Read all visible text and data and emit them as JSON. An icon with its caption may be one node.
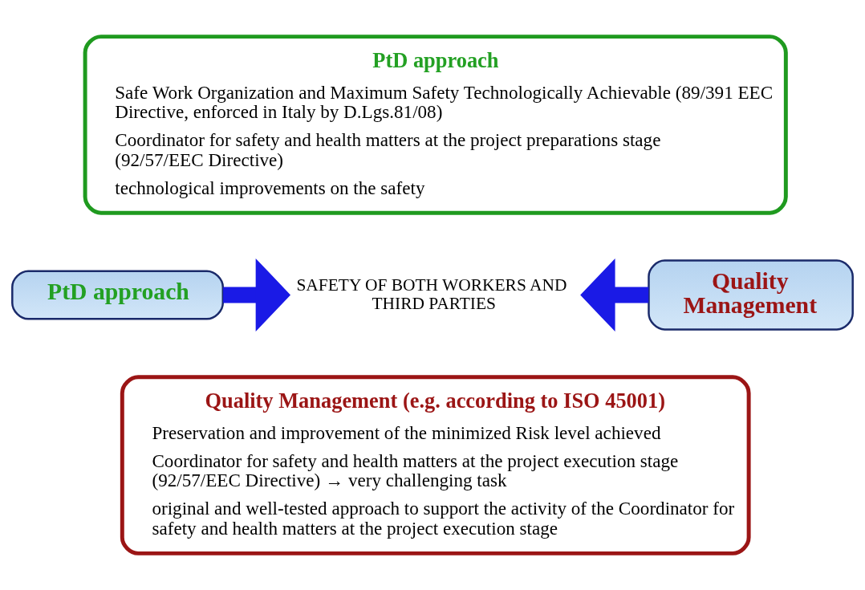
{
  "diagram": {
    "nodes": [
      {
        "text": [
          "PtD approach",
          "Safe Work Organization and Maximum Safety Technologically Achievable (89/391 EEC Directive, enforced in Italy by D.Lgs.81/08)",
          "Coordinator for safety and health matters at the project preparations stage (92/57/EEC Directive)",
          "technological improvements on the safety"
        ]
      },
      {
        "text": [
          "PtD approach"
        ]
      },
      {
        "text": [
          "SAFETY OF BOTH WORKERS AND THIRD PARTIES"
        ]
      },
      {
        "text": [
          "Quality Management"
        ]
      },
      {
        "text": [
          "Quality Management (e.g. according to ISO 45001)",
          "Preservation and improvement of the minimized Risk level achieved",
          "Coordinator for safety and health matters at the project execution stage (92/57/EEC Directive) → very challenging task",
          "original and well-tested approach to support the activity of the Coordinator for safety and health matters at the project execution stage"
        ]
      }
    ],
    "edges": [
      {
        "from": 1,
        "to": 2,
        "arrow": "to"
      },
      {
        "from": 3,
        "to": 2,
        "arrow": "to"
      }
    ]
  }
}
